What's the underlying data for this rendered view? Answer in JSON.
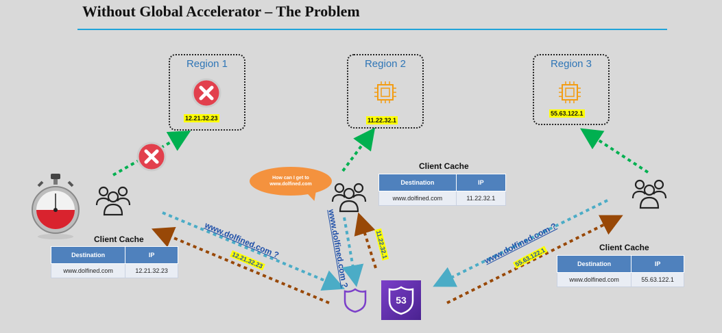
{
  "title": "Without Global Accelerator – The Problem",
  "regions": [
    {
      "label": "Region 1",
      "ip": "12.21.32.23"
    },
    {
      "label": "Region 2",
      "ip": "11.22.32.1"
    },
    {
      "label": "Region 3",
      "ip": "55.63.122.1"
    }
  ],
  "caches": [
    {
      "title": "Client Cache",
      "headers": [
        "Destination",
        "IP"
      ],
      "row": [
        "www.dolfined.com",
        "12.21.32.23"
      ]
    },
    {
      "title": "Client Cache",
      "headers": [
        "Destination",
        "IP"
      ],
      "row": [
        "www.dolfined.com",
        "11.22.32.1"
      ]
    },
    {
      "title": "Client Cache",
      "headers": [
        "Destination",
        "IP"
      ],
      "row": [
        "www.dolfined.com",
        "55.63.122.1"
      ]
    }
  ],
  "bubble": {
    "line1": "How can I get to",
    "line2": "www.dolfined.com"
  },
  "dns_query": "www.dolfined.com ?",
  "dns_answers": [
    "12.21.32.23",
    "11.22.32.1",
    "55.63.122.1"
  ],
  "route53_label": "53",
  "colors": {
    "query_arrow": "#4bacc6",
    "answer_arrow": "#984807",
    "access_arrow": "#00b050",
    "region_chip": "#f39c12",
    "error": "#e2404d"
  }
}
